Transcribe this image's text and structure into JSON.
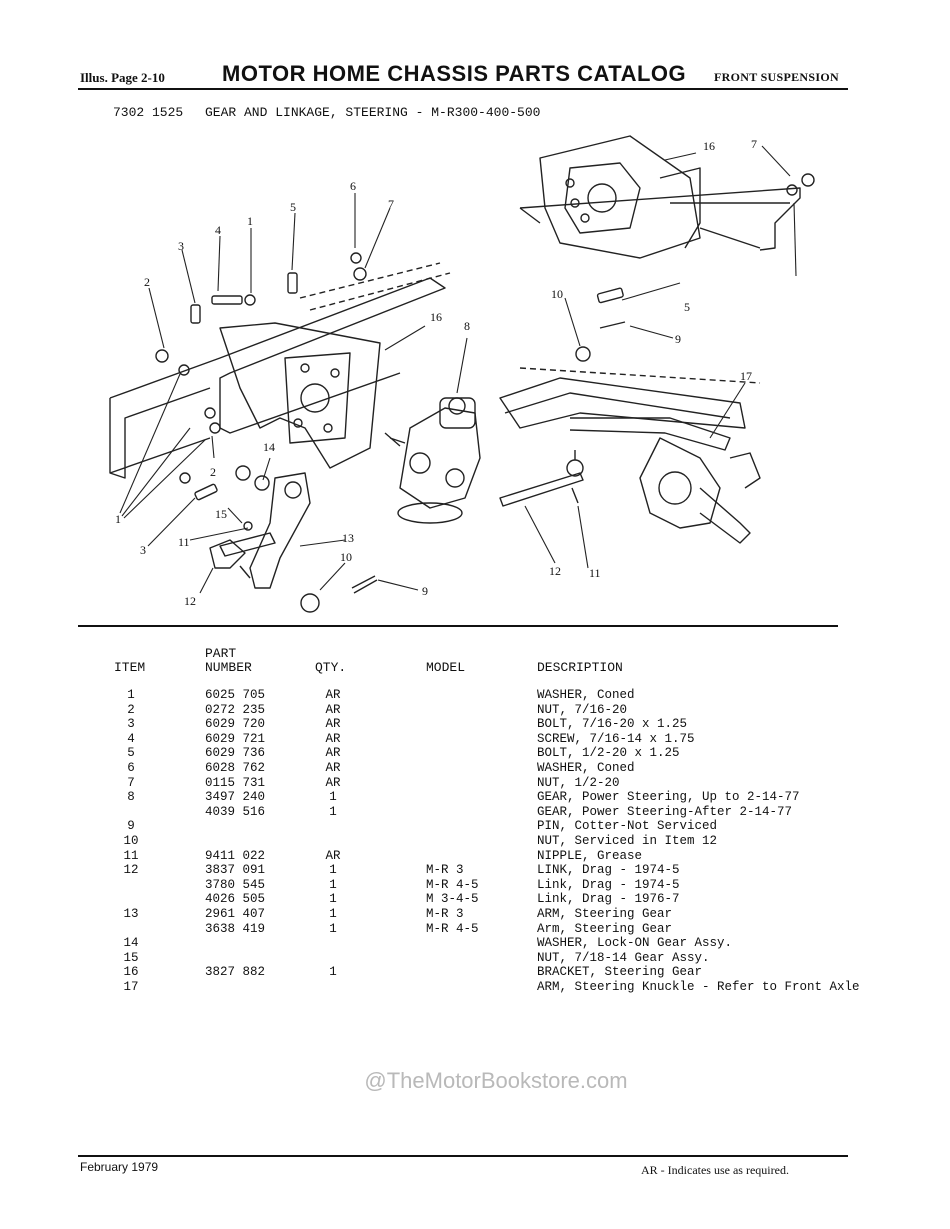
{
  "header": {
    "illus_page": "Illus. Page 2-10",
    "title": "MOTOR HOME CHASSIS PARTS CATALOG",
    "section": "FRONT SUSPENSION"
  },
  "subheader": {
    "code": "7302 1525",
    "title": "GEAR AND LINKAGE, STEERING - M-R300-400-500"
  },
  "callouts": [
    "1",
    "2",
    "3",
    "4",
    "5",
    "6",
    "7",
    "8",
    "9",
    "10",
    "11",
    "12",
    "13",
    "14",
    "15",
    "16",
    "17"
  ],
  "table": {
    "headers": {
      "item": "ITEM",
      "part_line1": "PART",
      "part_line2": "NUMBER",
      "qty": "QTY.",
      "model": "MODEL",
      "description": "DESCRIPTION"
    },
    "rows": [
      {
        "item": "1",
        "part": "6025 705",
        "qty": "AR",
        "model": "",
        "desc": "WASHER, Coned"
      },
      {
        "item": "2",
        "part": "0272 235",
        "qty": "AR",
        "model": "",
        "desc": "NUT, 7/16-20"
      },
      {
        "item": "3",
        "part": "6029 720",
        "qty": "AR",
        "model": "",
        "desc": "BOLT, 7/16-20 x 1.25"
      },
      {
        "item": "4",
        "part": "6029 721",
        "qty": "AR",
        "model": "",
        "desc": "SCREW, 7/16-14 x 1.75"
      },
      {
        "item": "5",
        "part": "6029 736",
        "qty": "AR",
        "model": "",
        "desc": "BOLT, 1/2-20 x 1.25"
      },
      {
        "item": "6",
        "part": "6028 762",
        "qty": "AR",
        "model": "",
        "desc": "WASHER, Coned"
      },
      {
        "item": "7",
        "part": "0115 731",
        "qty": "AR",
        "model": "",
        "desc": "NUT, 1/2-20"
      },
      {
        "item": "8",
        "part": "3497 240",
        "qty": "1",
        "model": "",
        "desc": "GEAR, Power Steering, Up to 2-14-77"
      },
      {
        "item": "",
        "part": "4039 516",
        "qty": "1",
        "model": "",
        "desc": "GEAR, Power Steering-After 2-14-77"
      },
      {
        "item": "9",
        "part": "",
        "qty": "",
        "model": "",
        "desc": "PIN, Cotter-Not Serviced"
      },
      {
        "item": "10",
        "part": "",
        "qty": "",
        "model": "",
        "desc": "NUT, Serviced in Item 12"
      },
      {
        "item": "11",
        "part": "9411 022",
        "qty": "AR",
        "model": "",
        "desc": "NIPPLE, Grease"
      },
      {
        "item": "12",
        "part": "3837 091",
        "qty": "1",
        "model": "M-R 3",
        "desc": "LINK, Drag - 1974-5"
      },
      {
        "item": "",
        "part": "3780 545",
        "qty": "1",
        "model": "M-R 4-5",
        "desc": "   Link, Drag - 1974-5"
      },
      {
        "item": "",
        "part": "4026 505",
        "qty": "1",
        "model": "M 3-4-5",
        "desc": "   Link, Drag - 1976-7"
      },
      {
        "item": "13",
        "part": "2961 407",
        "qty": "1",
        "model": "M-R 3",
        "desc": "ARM, Steering Gear"
      },
      {
        "item": "",
        "part": "3638 419",
        "qty": "1",
        "model": "M-R 4-5",
        "desc": "   Arm, Steering Gear"
      },
      {
        "item": "14",
        "part": "",
        "qty": "",
        "model": "",
        "desc": "WASHER, Lock-ON Gear Assy."
      },
      {
        "item": "15",
        "part": "",
        "qty": "",
        "model": "",
        "desc": "NUT, 7/18-14 Gear Assy."
      },
      {
        "item": "16",
        "part": "3827 882",
        "qty": "1",
        "model": "",
        "desc": "BRACKET, Steering Gear"
      },
      {
        "item": "17",
        "part": "",
        "qty": "",
        "model": "",
        "desc": "ARM, Steering Knuckle - Refer to Front Axle"
      }
    ]
  },
  "watermark": "@TheMotorBookstore.com",
  "footer": {
    "date": "February 1979",
    "note": "AR - Indicates use as required."
  }
}
